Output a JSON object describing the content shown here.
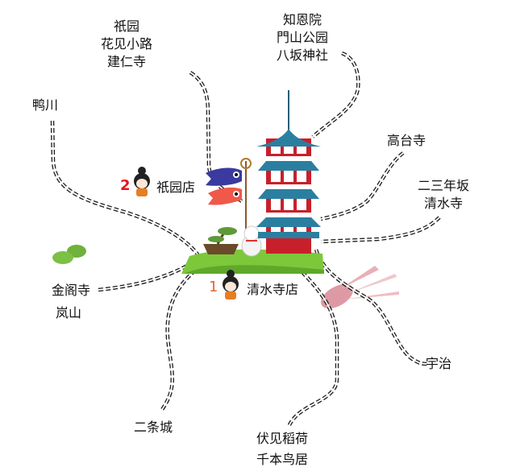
{
  "destinations": {
    "gion": [
      "祇园",
      "花见小路",
      "建仁寺"
    ],
    "chionin": [
      "知恩院",
      "門山公园",
      "八坂神社"
    ],
    "kamogawa": [
      "鸭川"
    ],
    "kodaiji": [
      "高台寺"
    ],
    "sannenzaka": [
      "二三年坂",
      "清水寺"
    ],
    "kinkakuji": [
      "金阁寺",
      "岚山"
    ],
    "nijo": [
      "二条城"
    ],
    "fushimi": [
      "伏见稻荷",
      "千本鸟居"
    ],
    "uji": [
      "宇治"
    ]
  },
  "stores": [
    {
      "number": "1",
      "name": "清水寺店",
      "color": "#e8652e"
    },
    {
      "number": "2",
      "name": "祇园店",
      "color": "#e8141c"
    }
  ],
  "colors": {
    "pagoda_roof": "#2a7fa0",
    "pagoda_wall": "#c8202a",
    "grass": "#7cc83a"
  }
}
